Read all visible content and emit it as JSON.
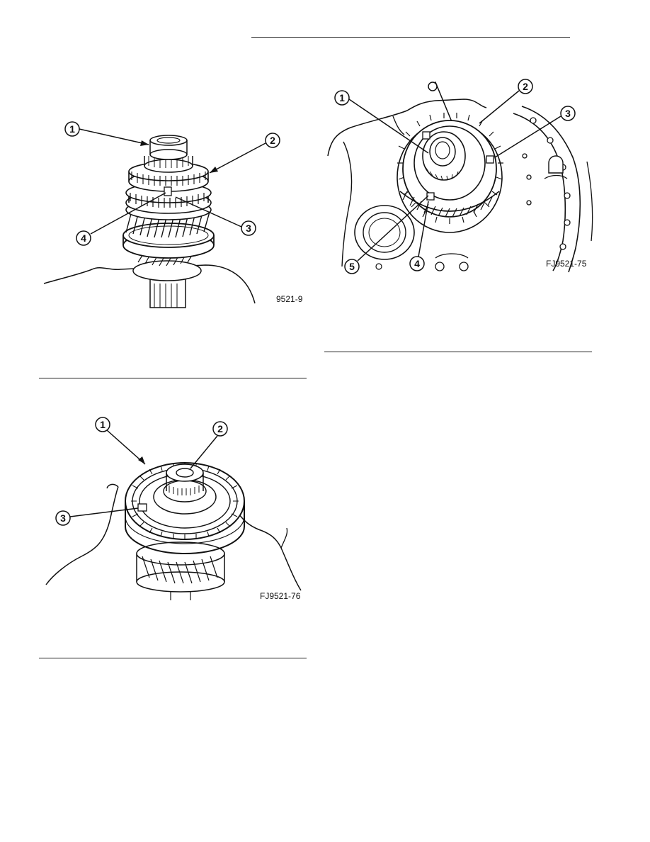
{
  "figures": {
    "fig_top_left": {
      "code": "9521-9",
      "callouts": [
        "1",
        "2",
        "3",
        "4"
      ]
    },
    "fig_bottom_left": {
      "code": "FJ9521-76",
      "callouts": [
        "1",
        "2",
        "3"
      ]
    },
    "fig_right": {
      "code": "FJ9521-75",
      "callouts": [
        "1",
        "2",
        "3",
        "4",
        "5"
      ]
    }
  }
}
